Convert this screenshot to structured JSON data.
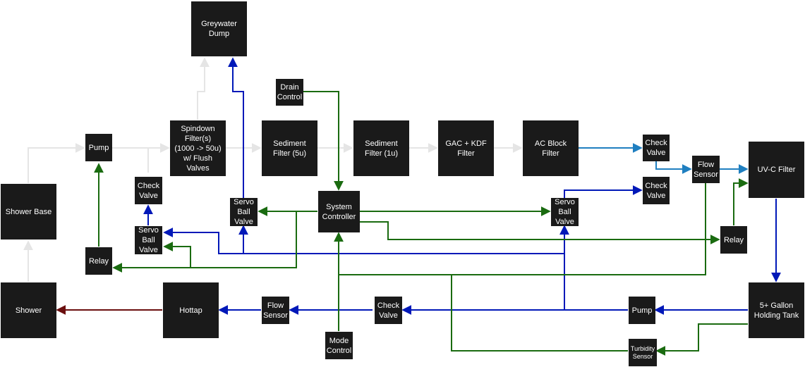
{
  "colors": {
    "pipe_raw": "#e5e5e5",
    "pipe_treated": "#0018b8",
    "pipe_filtered": "#1f7fc0",
    "pipe_hot": "#6b0f0f",
    "signal": "#1a6b10",
    "node_fill": "#1a1a1a",
    "node_text": "#ffffff"
  },
  "nodes": {
    "greywater_dump": "Greywater\nDump",
    "drain_control": "Drain\nControl",
    "pump_top": "Pump",
    "spindown_filter": "Spindown\nFilter(s)\n(1000 -> 50u)\nw/ Flush\nValves",
    "sediment_5u": "Sediment\nFilter (5u)",
    "sediment_1u": "Sediment\nFilter (1u)",
    "gac_kdf": "GAC + KDF\nFilter",
    "ac_block": "AC Block\nFilter",
    "check_valve_top": "Check\nValve",
    "check_valve_mid": "Check\nValve",
    "flow_sensor_top": "Flow\nSensor",
    "uvc_filter": "UV-C Filter",
    "shower_base": "Shower Base",
    "check_valve_left": "Check\nValve",
    "servo_left_top": "Servo\nBall\nValve",
    "servo_left_bottom": "Servo\nBall\nValve",
    "system_controller": "System\nController",
    "servo_right": "Servo\nBall\nValve",
    "relay_right": "Relay",
    "relay_left": "Relay",
    "shower": "Shower",
    "hottap": "Hottap",
    "flow_sensor_bottom": "Flow\nSensor",
    "check_valve_bottom": "Check\nValve",
    "pump_bottom": "Pump",
    "holding_tank": "5+ Gallon\nHolding Tank",
    "mode_control": "Mode\nControl",
    "turbidity_sensor": "Turbidity\nSensor"
  }
}
